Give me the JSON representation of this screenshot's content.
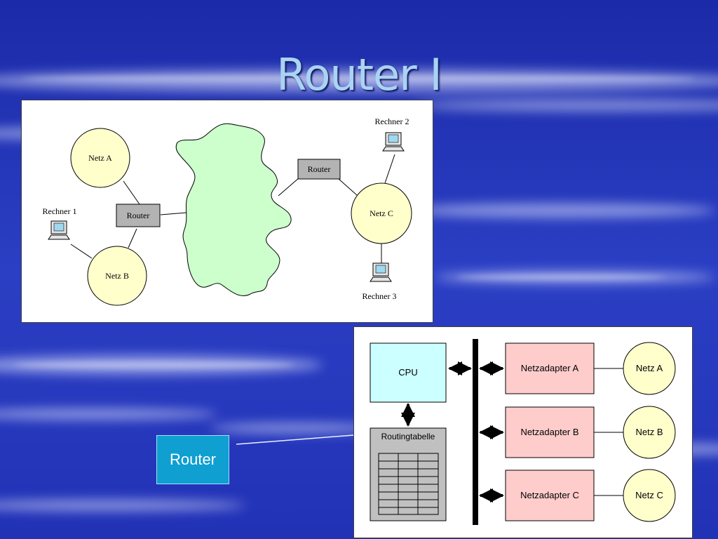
{
  "slide": {
    "title": "Router I",
    "callout_label": "Router"
  },
  "network_diagram": {
    "nets": [
      "Netz A",
      "Netz B",
      "Netz C"
    ],
    "routers": [
      "Router",
      "Router"
    ],
    "computers": [
      "Rechner 1",
      "Rechner 2",
      "Rechner 3"
    ]
  },
  "router_diagram": {
    "cpu": "CPU",
    "routing_table": "Routingtabelle",
    "adapters": [
      "Netzadapter A",
      "Netzadapter B",
      "Netzadapter C"
    ],
    "nets": [
      "Netz A",
      "Netz B",
      "Netz C"
    ]
  },
  "colors": {
    "background": "#2a36b8",
    "title": "#a9d4f2",
    "net_fill": "#ffffcc",
    "router_fill": "#b3b3b3",
    "cloud_fill": "#ccffcc",
    "cpu_fill": "#ccffff",
    "adapter_fill": "#ffcccc",
    "table_fill": "#c0c0c0",
    "callout_fill": "#0f9fd0"
  }
}
